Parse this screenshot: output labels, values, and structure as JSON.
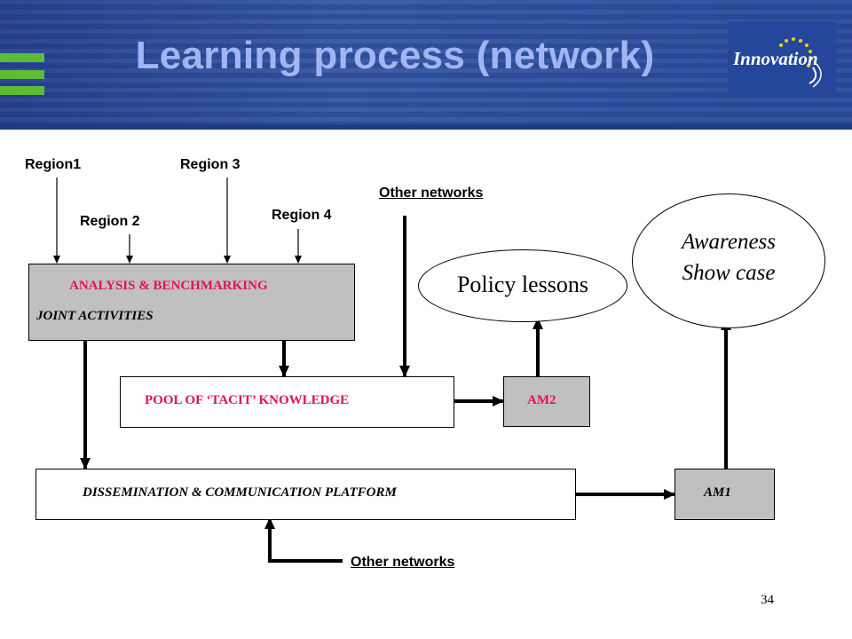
{
  "slide": {
    "title": "Learning process (network)",
    "logo_text": "Innovation",
    "page_number": "34"
  },
  "labels": {
    "region1": "Region1",
    "region2": "Region 2",
    "region3": "Region 3",
    "region4": "Region 4",
    "other_networks_top": "Other networks",
    "other_networks_bottom": "Other networks"
  },
  "boxes": {
    "analysis": "ANALYSIS & BENCHMARKING",
    "joint": "JOINT ACTIVITIES",
    "pool": "POOL OF ‘TACIT’ KNOWLEDGE",
    "am2": "AM2",
    "dissemination": "DISSEMINATION & COMMUNICATION PLATFORM",
    "am1": "AM1"
  },
  "ellipses": {
    "policy": "Policy lessons",
    "awareness_line1": "Awareness",
    "awareness_line2": "Show case"
  },
  "colors": {
    "header_blue": "#2c4a94",
    "title_color": "#9fb6f2",
    "accent_green": "#5dbb3a",
    "box_text_pink": "#e0105e",
    "box_grey": "#c0c0c0"
  }
}
